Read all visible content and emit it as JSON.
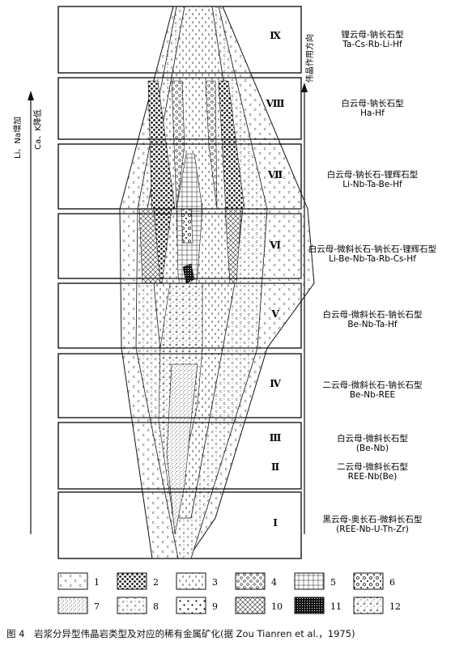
{
  "left_axis": {
    "line1": "Li、Na增加",
    "line2": "Ca、K降低"
  },
  "right_axis": {
    "label": "伟晶作用方向"
  },
  "zones": [
    {
      "roman": "Ⅸ",
      "cn": "锂云母-钠长石型",
      "en": "Ta-Cs-Rb-Li-Hf"
    },
    {
      "roman": "Ⅷ",
      "cn": "白云母-钠长石型",
      "en": "Ha-Hf"
    },
    {
      "roman": "Ⅶ",
      "cn": "白云母-钠长石-锂辉石型",
      "en": "Li-Nb-Ta-Be-Hf"
    },
    {
      "roman": "Ⅵ",
      "cn": "白云母-微斜长石-钠长石-锂辉石型",
      "en": "Li-Be-Nb-Ta-Rb-Cs-Hf"
    },
    {
      "roman": "Ⅴ",
      "cn": "白云母-微斜长石-钠长石型",
      "en": "Be-Nb-Ta-Hf"
    },
    {
      "roman": "Ⅳ",
      "cn": "二云母-微斜长石-钠长石型",
      "en": "Be-Nb-REE"
    },
    {
      "roman": "Ⅲ",
      "cn": "白云母-微斜长石型",
      "en": "(Be-Nb)"
    },
    {
      "roman": "Ⅱ",
      "cn": "二云母-微斜长石型",
      "en": "REE-Nb(Be)"
    },
    {
      "roman": "Ⅰ",
      "cn": "黑云母-奥长石-微斜长石型",
      "en": "(REE-Nb-U-Th-Zr)"
    }
  ],
  "legend": [
    "1",
    "2",
    "3",
    "4",
    "5",
    "6",
    "7",
    "8",
    "9",
    "10",
    "11",
    "12"
  ],
  "caption": "图 4　岩浆分异型伟晶岩类型及对应的稀有金属矿化(据 Zou Tianren et al.，1975)"
}
